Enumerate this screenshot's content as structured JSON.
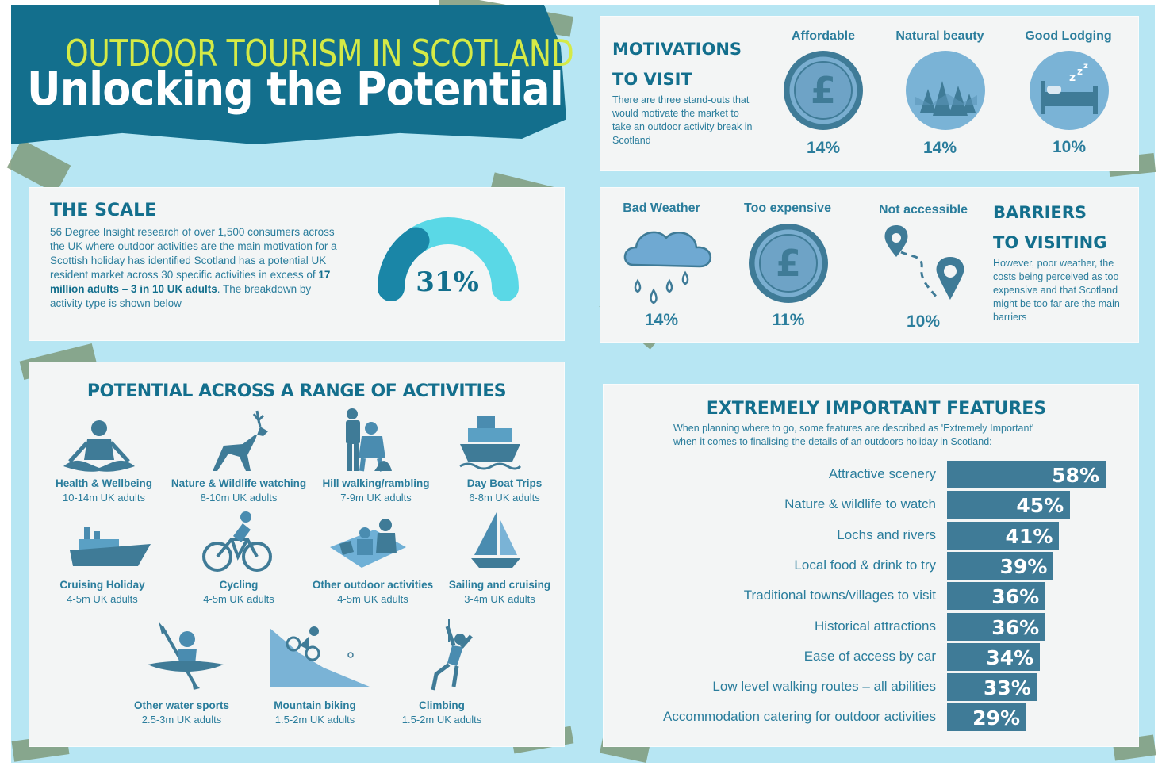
{
  "header": {
    "title_top": "OUTDOOR TOURISM IN SCOTLAND",
    "title_main": "Unlocking the Potential"
  },
  "scale": {
    "heading": "THE SCALE",
    "text_part1": "56 Degree Insight research of over 1,500 consumers across the UK where outdoor activities are the main motivation for a Scottish holiday has identified Scotland has a potential UK resident market across 30 specific activities in excess of ",
    "text_bold": "17 million adults – 3 in 10 UK adults",
    "text_part2": ". The breakdown by activity type is shown below",
    "gauge_value": "31%",
    "gauge_fraction": 0.31
  },
  "motivations": {
    "heading_line1": "MOTIVATIONS",
    "heading_line2": "TO VISIT",
    "text": "There are three stand-outs that would motivate the market to take an outdoor activity break in Scotland",
    "items": [
      {
        "label": "Affordable",
        "value": "14%",
        "icon": "pound-coin-icon"
      },
      {
        "label": "Natural beauty",
        "value": "14%",
        "icon": "forest-icon"
      },
      {
        "label": "Good Lodging",
        "value": "10%",
        "icon": "bed-icon"
      }
    ]
  },
  "barriers": {
    "heading_line1": "BARRIERS",
    "heading_line2": "TO VISITING",
    "text": "However, poor weather, the costs being perceived as too expensive and that Scotland might be too far are the main barriers",
    "items": [
      {
        "label": "Bad Weather",
        "value": "14%",
        "icon": "rain-cloud-icon"
      },
      {
        "label": "Too expensive",
        "value": "11%",
        "icon": "pound-coin-icon"
      },
      {
        "label": "Not accessible",
        "value": "10%",
        "icon": "map-pin-route-icon"
      }
    ]
  },
  "activities": {
    "heading": "POTENTIAL ACROSS A RANGE OF ACTIVITIES",
    "items": [
      {
        "label": "Health & Wellbeing",
        "sub": "10-14m UK adults",
        "icon": "meditation-icon"
      },
      {
        "label": "Nature & Wildlife watching",
        "sub": "8-10m UK adults",
        "icon": "deer-icon"
      },
      {
        "label": "Hill walking/rambling",
        "sub": "7-9m UK adults",
        "icon": "hikers-icon"
      },
      {
        "label": "Day Boat Trips",
        "sub": "6-8m UK adults",
        "icon": "boat-icon"
      },
      {
        "label": "Cruising Holiday",
        "sub": "4-5m UK adults",
        "icon": "cruise-ship-icon"
      },
      {
        "label": "Cycling",
        "sub": "4-5m UK adults",
        "icon": "cyclist-icon"
      },
      {
        "label": "Other outdoor activities",
        "sub": "4-5m UK adults",
        "icon": "picnic-icon"
      },
      {
        "label": "Sailing and cruising",
        "sub": "3-4m UK adults",
        "icon": "sailboat-icon"
      },
      {
        "label": "Other water sports",
        "sub": "2.5-3m UK adults",
        "icon": "kayak-icon"
      },
      {
        "label": "Mountain biking",
        "sub": "1.5-2m UK adults",
        "icon": "mountain-bike-icon"
      },
      {
        "label": "Climbing",
        "sub": "1.5-2m UK adults",
        "icon": "climber-icon"
      }
    ]
  },
  "features": {
    "heading": "EXTREMELY IMPORTANT FEATURES",
    "subtitle_line1": "When planning where to go, some features are described as 'Extremely Important'",
    "subtitle_line2": "when it comes to finalising the details of an outdoors holiday in Scotland:",
    "colors": {
      "bar": "#3f7b97",
      "text": "#2a7d9c",
      "accent": "#136f8d"
    }
  },
  "chart_data": {
    "type": "bar",
    "orientation": "horizontal",
    "categories": [
      "Attractive scenery",
      "Nature & wildlife to watch",
      "Lochs and rivers",
      "Local food & drink to try",
      "Traditional towns/villages to visit",
      "Historical attractions",
      "Ease of access by car",
      "Low level walking routes – all abilities",
      "Accommodation catering for outdoor activities"
    ],
    "values": [
      58,
      45,
      41,
      39,
      36,
      36,
      34,
      33,
      29
    ],
    "labels": [
      "58%",
      "45%",
      "41%",
      "39%",
      "36%",
      "36%",
      "34%",
      "33%",
      "29%"
    ],
    "xlim": [
      0,
      58
    ],
    "grid": false
  }
}
